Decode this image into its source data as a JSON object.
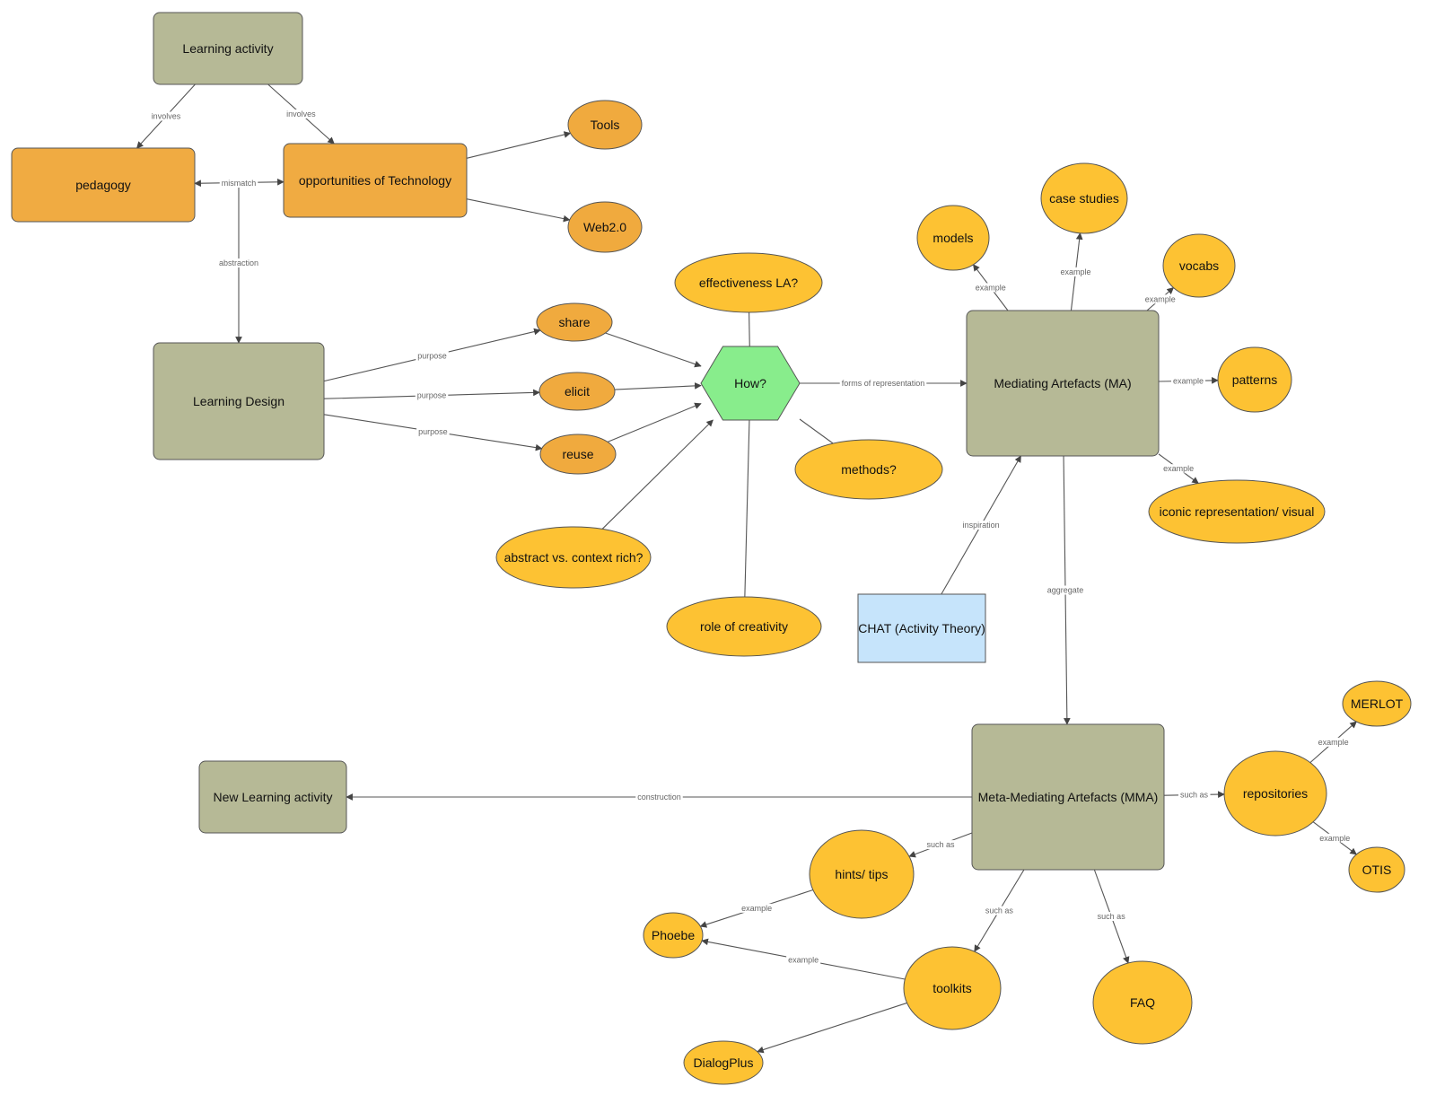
{
  "colors": {
    "concept_box": "#b6b996",
    "orange_box": "#f0ab42",
    "orange_ellipse": "#f0aa3e",
    "yellow_ellipse": "#fdc233",
    "hexagon": "#88ed8c",
    "chat_box": "#c6e4fb",
    "stroke": "#555555",
    "edge_label": "#666666"
  },
  "nodes": [
    {
      "id": "learning_activity",
      "label": "Learning activity",
      "shape": "rect",
      "style": "concept_box"
    },
    {
      "id": "pedagogy",
      "label": "pedagogy",
      "shape": "rect",
      "style": "orange_box"
    },
    {
      "id": "opportunities",
      "label": "opportunities of Technology",
      "shape": "rect",
      "style": "orange_box"
    },
    {
      "id": "tools",
      "label": "Tools",
      "shape": "ellipse",
      "style": "orange_ellipse"
    },
    {
      "id": "web20",
      "label": "Web2.0",
      "shape": "ellipse",
      "style": "orange_ellipse"
    },
    {
      "id": "learning_design",
      "label": "Learning Design",
      "shape": "rect",
      "style": "concept_box"
    },
    {
      "id": "share",
      "label": "share",
      "shape": "ellipse",
      "style": "orange_ellipse"
    },
    {
      "id": "elicit",
      "label": "elicit",
      "shape": "ellipse",
      "style": "orange_ellipse"
    },
    {
      "id": "reuse",
      "label": "reuse",
      "shape": "ellipse",
      "style": "orange_ellipse"
    },
    {
      "id": "how",
      "label": "How?",
      "shape": "hexagon",
      "style": "hexagon"
    },
    {
      "id": "effectiveness",
      "label": "effectiveness LA?",
      "shape": "ellipse",
      "style": "yellow_ellipse"
    },
    {
      "id": "methods",
      "label": "methods?",
      "shape": "ellipse",
      "style": "yellow_ellipse"
    },
    {
      "id": "abstract",
      "label": "abstract vs. context rich?",
      "shape": "ellipse",
      "style": "yellow_ellipse"
    },
    {
      "id": "creativity",
      "label": "role of creativity",
      "shape": "ellipse",
      "style": "yellow_ellipse"
    },
    {
      "id": "ma",
      "label": "Mediating Artefacts (MA)",
      "shape": "rect",
      "style": "concept_box"
    },
    {
      "id": "models",
      "label": "models",
      "shape": "ellipse",
      "style": "yellow_ellipse"
    },
    {
      "id": "case_studies",
      "label": "case studies",
      "shape": "ellipse",
      "style": "yellow_ellipse"
    },
    {
      "id": "vocabs",
      "label": "vocabs",
      "shape": "ellipse",
      "style": "yellow_ellipse"
    },
    {
      "id": "patterns",
      "label": "patterns",
      "shape": "ellipse",
      "style": "yellow_ellipse"
    },
    {
      "id": "iconic",
      "label": "iconic representation/ visual",
      "shape": "ellipse",
      "style": "yellow_ellipse"
    },
    {
      "id": "chat",
      "label": "CHAT (Activity Theory)",
      "shape": "rect",
      "style": "chat_box"
    },
    {
      "id": "mma",
      "label": "Meta-Mediating Artefacts (MMA)",
      "shape": "rect",
      "style": "concept_box"
    },
    {
      "id": "new_la",
      "label": "New Learning activity",
      "shape": "rect",
      "style": "concept_box"
    },
    {
      "id": "repositories",
      "label": "repositories",
      "shape": "ellipse",
      "style": "yellow_ellipse"
    },
    {
      "id": "merlot",
      "label": "MERLOT",
      "shape": "ellipse",
      "style": "yellow_ellipse"
    },
    {
      "id": "otis",
      "label": "OTIS",
      "shape": "ellipse",
      "style": "yellow_ellipse"
    },
    {
      "id": "hints",
      "label": "hints/ tips",
      "shape": "ellipse",
      "style": "yellow_ellipse"
    },
    {
      "id": "phoebe",
      "label": "Phoebe",
      "shape": "ellipse",
      "style": "yellow_ellipse"
    },
    {
      "id": "toolkits",
      "label": "toolkits",
      "shape": "ellipse",
      "style": "yellow_ellipse"
    },
    {
      "id": "dialogplus",
      "label": "DialogPlus",
      "shape": "ellipse",
      "style": "yellow_ellipse"
    },
    {
      "id": "faq",
      "label": "FAQ",
      "shape": "ellipse",
      "style": "yellow_ellipse"
    }
  ],
  "edges": [
    {
      "from": "learning_activity",
      "to": "pedagogy",
      "label": "involves",
      "arrow": "end"
    },
    {
      "from": "learning_activity",
      "to": "opportunities",
      "label": "involves",
      "arrow": "end"
    },
    {
      "from": "pedagogy",
      "to": "opportunities",
      "label": "mismatch",
      "arrow": "both"
    },
    {
      "from": "mismatch_point",
      "to": "learning_design",
      "label": "abstraction",
      "arrow": "end"
    },
    {
      "from": "opportunities",
      "to": "tools",
      "label": "",
      "arrow": "end"
    },
    {
      "from": "opportunities",
      "to": "web20",
      "label": "",
      "arrow": "end"
    },
    {
      "from": "learning_design",
      "to": "share",
      "label": "purpose",
      "arrow": "end"
    },
    {
      "from": "learning_design",
      "to": "elicit",
      "label": "purpose",
      "arrow": "end"
    },
    {
      "from": "learning_design",
      "to": "reuse",
      "label": "purpose",
      "arrow": "end"
    },
    {
      "from": "share",
      "to": "how",
      "label": "",
      "arrow": "end"
    },
    {
      "from": "elicit",
      "to": "how",
      "label": "",
      "arrow": "end"
    },
    {
      "from": "reuse",
      "to": "how",
      "label": "",
      "arrow": "end"
    },
    {
      "from": "effectiveness",
      "to": "how",
      "label": "",
      "arrow": "none"
    },
    {
      "from": "methods",
      "to": "how",
      "label": "",
      "arrow": "none"
    },
    {
      "from": "abstract",
      "to": "how",
      "label": "",
      "arrow": "end"
    },
    {
      "from": "creativity",
      "to": "how",
      "label": "",
      "arrow": "none"
    },
    {
      "from": "how",
      "to": "ma",
      "label": "forms of representation",
      "arrow": "end"
    },
    {
      "from": "ma",
      "to": "models",
      "label": "example",
      "arrow": "end"
    },
    {
      "from": "ma",
      "to": "case_studies",
      "label": "example",
      "arrow": "end"
    },
    {
      "from": "ma",
      "to": "vocabs",
      "label": "example",
      "arrow": "end"
    },
    {
      "from": "ma",
      "to": "patterns",
      "label": "example",
      "arrow": "end"
    },
    {
      "from": "ma",
      "to": "iconic",
      "label": "example",
      "arrow": "end"
    },
    {
      "from": "chat",
      "to": "ma",
      "label": "inspiration",
      "arrow": "end"
    },
    {
      "from": "ma",
      "to": "mma",
      "label": "aggregate",
      "arrow": "end"
    },
    {
      "from": "mma",
      "to": "new_la",
      "label": "construction",
      "arrow": "end"
    },
    {
      "from": "mma",
      "to": "repositories",
      "label": "such as",
      "arrow": "end"
    },
    {
      "from": "repositories",
      "to": "merlot",
      "label": "example",
      "arrow": "end"
    },
    {
      "from": "repositories",
      "to": "otis",
      "label": "example",
      "arrow": "end"
    },
    {
      "from": "mma",
      "to": "hints",
      "label": "such as",
      "arrow": "end"
    },
    {
      "from": "mma",
      "to": "toolkits",
      "label": "such as",
      "arrow": "end"
    },
    {
      "from": "mma",
      "to": "faq",
      "label": "such as",
      "arrow": "end"
    },
    {
      "from": "hints",
      "to": "phoebe",
      "label": "example",
      "arrow": "end"
    },
    {
      "from": "toolkits",
      "to": "phoebe",
      "label": "example",
      "arrow": "end"
    },
    {
      "from": "toolkits",
      "to": "dialogplus",
      "label": "",
      "arrow": "end"
    }
  ]
}
